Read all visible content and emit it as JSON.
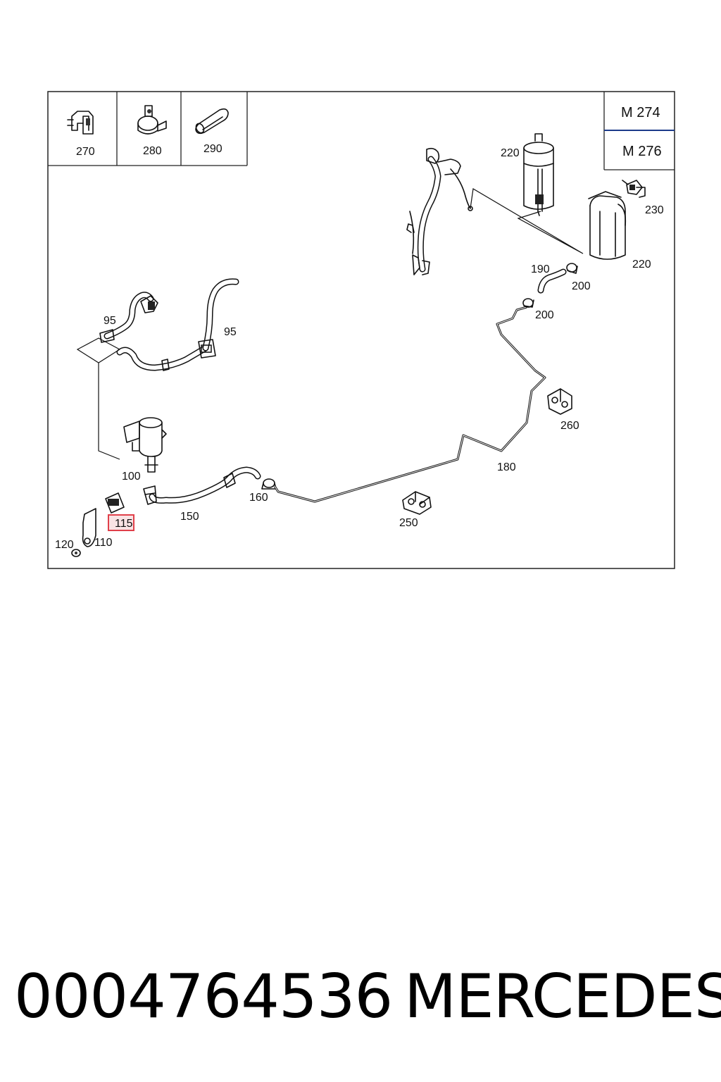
{
  "engine_variants": [
    "M 274",
    "M 276"
  ],
  "legend_parts": [
    {
      "label": "270",
      "icon": "clip-icon"
    },
    {
      "label": "280",
      "icon": "clamp-icon"
    },
    {
      "label": "290",
      "icon": "sleeve-icon"
    }
  ],
  "callouts": {
    "c95a": "95",
    "c95b": "95",
    "c100": "100",
    "c110": "110",
    "c115": "115",
    "c120": "120",
    "c150": "150",
    "c160": "160",
    "c180": "180",
    "c190": "190",
    "c200a": "200",
    "c200b": "200",
    "c220a": "220",
    "c220b": "220",
    "c230": "230",
    "c250": "250",
    "c260": "260"
  },
  "highlighted_part": "115",
  "highlight_color": "#e0404a",
  "footer": {
    "part_number": "0004764536",
    "brand": "MERCEDES"
  }
}
